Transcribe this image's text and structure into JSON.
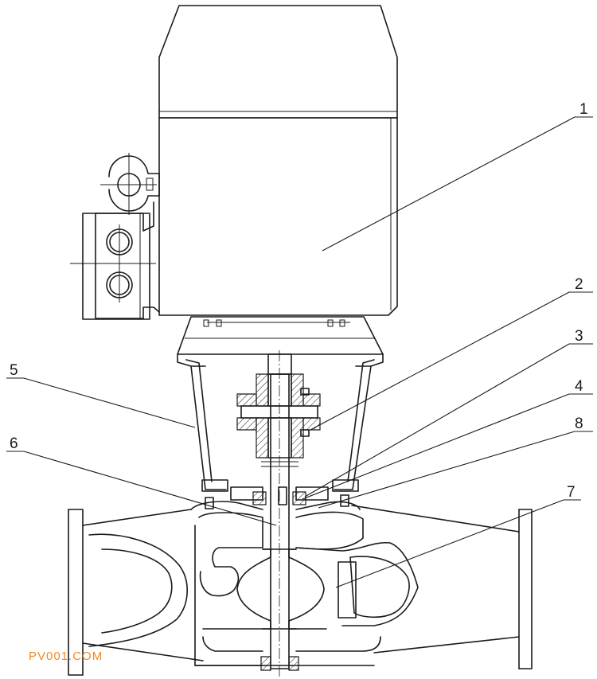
{
  "callouts": [
    {
      "id": "1",
      "label": "1"
    },
    {
      "id": "2",
      "label": "2"
    },
    {
      "id": "3",
      "label": "3"
    },
    {
      "id": "4",
      "label": "4"
    },
    {
      "id": "5",
      "label": "5"
    },
    {
      "id": "6",
      "label": "6"
    },
    {
      "id": "7",
      "label": "7"
    },
    {
      "id": "8",
      "label": "8"
    }
  ],
  "watermark": {
    "text": "PV001.COM",
    "color": "#f08a24"
  }
}
